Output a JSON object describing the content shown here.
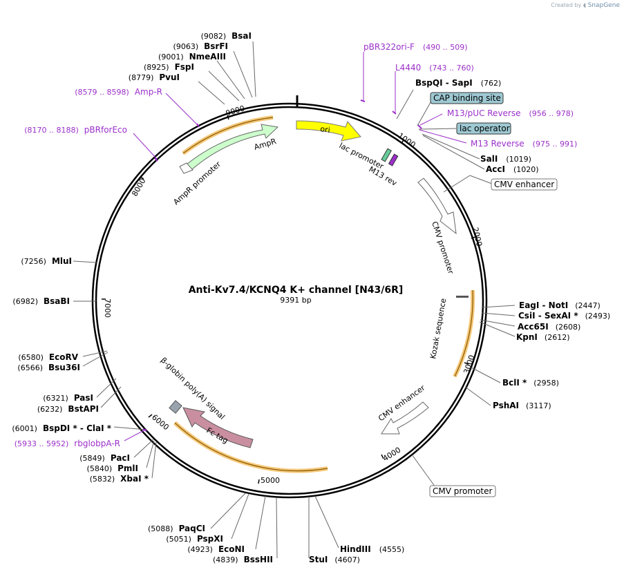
{
  "watermark": {
    "created_by": "Created by",
    "brand": "SnapGene"
  },
  "map": {
    "title": "Anti-Kv7.4/KCNQ4 K+ channel [N43/6R]",
    "size_label": "9391 bp",
    "length_bp": 9391,
    "ticks": [
      "1000",
      "2000",
      "3000",
      "4000",
      "5000",
      "6000",
      "7000",
      "8000",
      "9000"
    ],
    "colors": {
      "ring": "#000000",
      "primer": "#9b2fc9",
      "ori": "#ffff00",
      "ampr": "#ccffcc",
      "fc_tag": "#c98fa0",
      "cmv": "#ffffff",
      "cap": "#9ec9d3",
      "polyA": "#99a3ad",
      "highlight": "#f5a623"
    }
  },
  "features": [
    {
      "name": "ori",
      "label": "ori",
      "color": "#ffff00"
    },
    {
      "name": "ampr",
      "label": "AmpR",
      "color": "#ccffcc"
    },
    {
      "name": "ampr-promoter",
      "label": "AmpR promoter",
      "color": "#ffffff"
    },
    {
      "name": "lac-promoter",
      "label": "lac promoter",
      "color": "#ffffff"
    },
    {
      "name": "m13-rev",
      "label": "M13 rev",
      "color": "#ffffff"
    },
    {
      "name": "cmv-promoter",
      "label": "CMV promoter",
      "color": "#ffffff"
    },
    {
      "name": "kozak",
      "label": "Kozak sequence",
      "color": "#ffffff"
    },
    {
      "name": "cmv-enhancer",
      "label": "CMV enhancer",
      "color": "#ffffff"
    },
    {
      "name": "fc-tag",
      "label": "Fc tag",
      "color": "#c98fa0"
    },
    {
      "name": "bglobin",
      "label": "β-globin poly(A) signal",
      "color": "#99a3ad"
    }
  ],
  "boxed_labels": [
    {
      "name": "cap-binding-site",
      "label": "CAP binding site"
    },
    {
      "name": "lac-operator",
      "label": "lac operator"
    },
    {
      "name": "cmv-enhancer-callout",
      "label": "CMV enhancer"
    },
    {
      "name": "cmv-promoter-callout",
      "label": "CMV promoter"
    }
  ],
  "primers": [
    {
      "name": "pbr322ori-f",
      "label": "pBR322ori-F",
      "range": "(490 .. 509)"
    },
    {
      "name": "l4440",
      "label": "L4440",
      "range": "(743 .. 760)"
    },
    {
      "name": "m13-puc-reverse",
      "label": "M13/pUC Reverse",
      "range": "(956 .. 978)"
    },
    {
      "name": "m13-reverse",
      "label": "M13 Reverse",
      "range": "(975 .. 991)"
    },
    {
      "name": "amp-r",
      "label": "Amp-R",
      "range": "(8579 .. 8598)"
    },
    {
      "name": "pbrforeco",
      "label": "pBRforEco",
      "range": "(8170 .. 8188)"
    },
    {
      "name": "rbglobpa-r",
      "label": "rbglobpA-R",
      "range": "(5933 .. 5952)"
    }
  ],
  "sites": [
    {
      "name": "bsai",
      "enzyme": "BsaI",
      "pos": "(9082)"
    },
    {
      "name": "bsrfi",
      "enzyme": "BsrFI",
      "pos": "(9063)"
    },
    {
      "name": "nmeaiii",
      "enzyme": "NmeAIII",
      "pos": "(9001)"
    },
    {
      "name": "fspi",
      "enzyme": "FspI",
      "pos": "(8925)"
    },
    {
      "name": "pvui",
      "enzyme": "PvuI",
      "pos": "(8779)"
    },
    {
      "name": "bspqi-sapi",
      "enzyme": "BspQI  -  SapI",
      "pos": "(762)"
    },
    {
      "name": "sali",
      "enzyme": "SalI",
      "pos": "(1019)"
    },
    {
      "name": "acci",
      "enzyme": "AccI",
      "pos": "(1020)"
    },
    {
      "name": "eagi-noti",
      "enzyme": "EagI  -  NotI",
      "pos": "(2447)"
    },
    {
      "name": "csii-sexai",
      "enzyme": "CsiI  -  SexAI *",
      "pos": "(2493)"
    },
    {
      "name": "acc65i",
      "enzyme": "Acc65I",
      "pos": "(2608)"
    },
    {
      "name": "kpni",
      "enzyme": "KpnI",
      "pos": "(2612)"
    },
    {
      "name": "bcli",
      "enzyme": "BclI *",
      "pos": "(2958)"
    },
    {
      "name": "pshai",
      "enzyme": "PshAI",
      "pos": "(3117)"
    },
    {
      "name": "hindiii",
      "enzyme": "HindIII",
      "pos": "(4555)"
    },
    {
      "name": "stui",
      "enzyme": "StuI",
      "pos": "(4607)"
    },
    {
      "name": "bsshii",
      "enzyme": "BssHII",
      "pos": "(4839)"
    },
    {
      "name": "econi",
      "enzyme": "EcoNI",
      "pos": "(4923)"
    },
    {
      "name": "pspxi",
      "enzyme": "PspXI",
      "pos": "(5051)"
    },
    {
      "name": "paqci",
      "enzyme": "PaqCI",
      "pos": "(5088)"
    },
    {
      "name": "xbai",
      "enzyme": "XbaI *",
      "pos": "(5832)"
    },
    {
      "name": "pmli",
      "enzyme": "PmlI",
      "pos": "(5840)"
    },
    {
      "name": "paci",
      "enzyme": "PacI",
      "pos": "(5849)"
    },
    {
      "name": "bspdi-clai",
      "enzyme": "BspDI *  -  ClaI *",
      "pos": "(6001)"
    },
    {
      "name": "bstapi",
      "enzyme": "BstAPI",
      "pos": "(6232)"
    },
    {
      "name": "pasi",
      "enzyme": "PasI",
      "pos": "(6321)"
    },
    {
      "name": "bsu36i",
      "enzyme": "Bsu36I",
      "pos": "(6566)"
    },
    {
      "name": "ecorv",
      "enzyme": "EcoRV",
      "pos": "(6580)"
    },
    {
      "name": "bsabi",
      "enzyme": "BsaBI",
      "pos": "(6982)"
    },
    {
      "name": "mlui",
      "enzyme": "MluI",
      "pos": "(7256)"
    }
  ]
}
